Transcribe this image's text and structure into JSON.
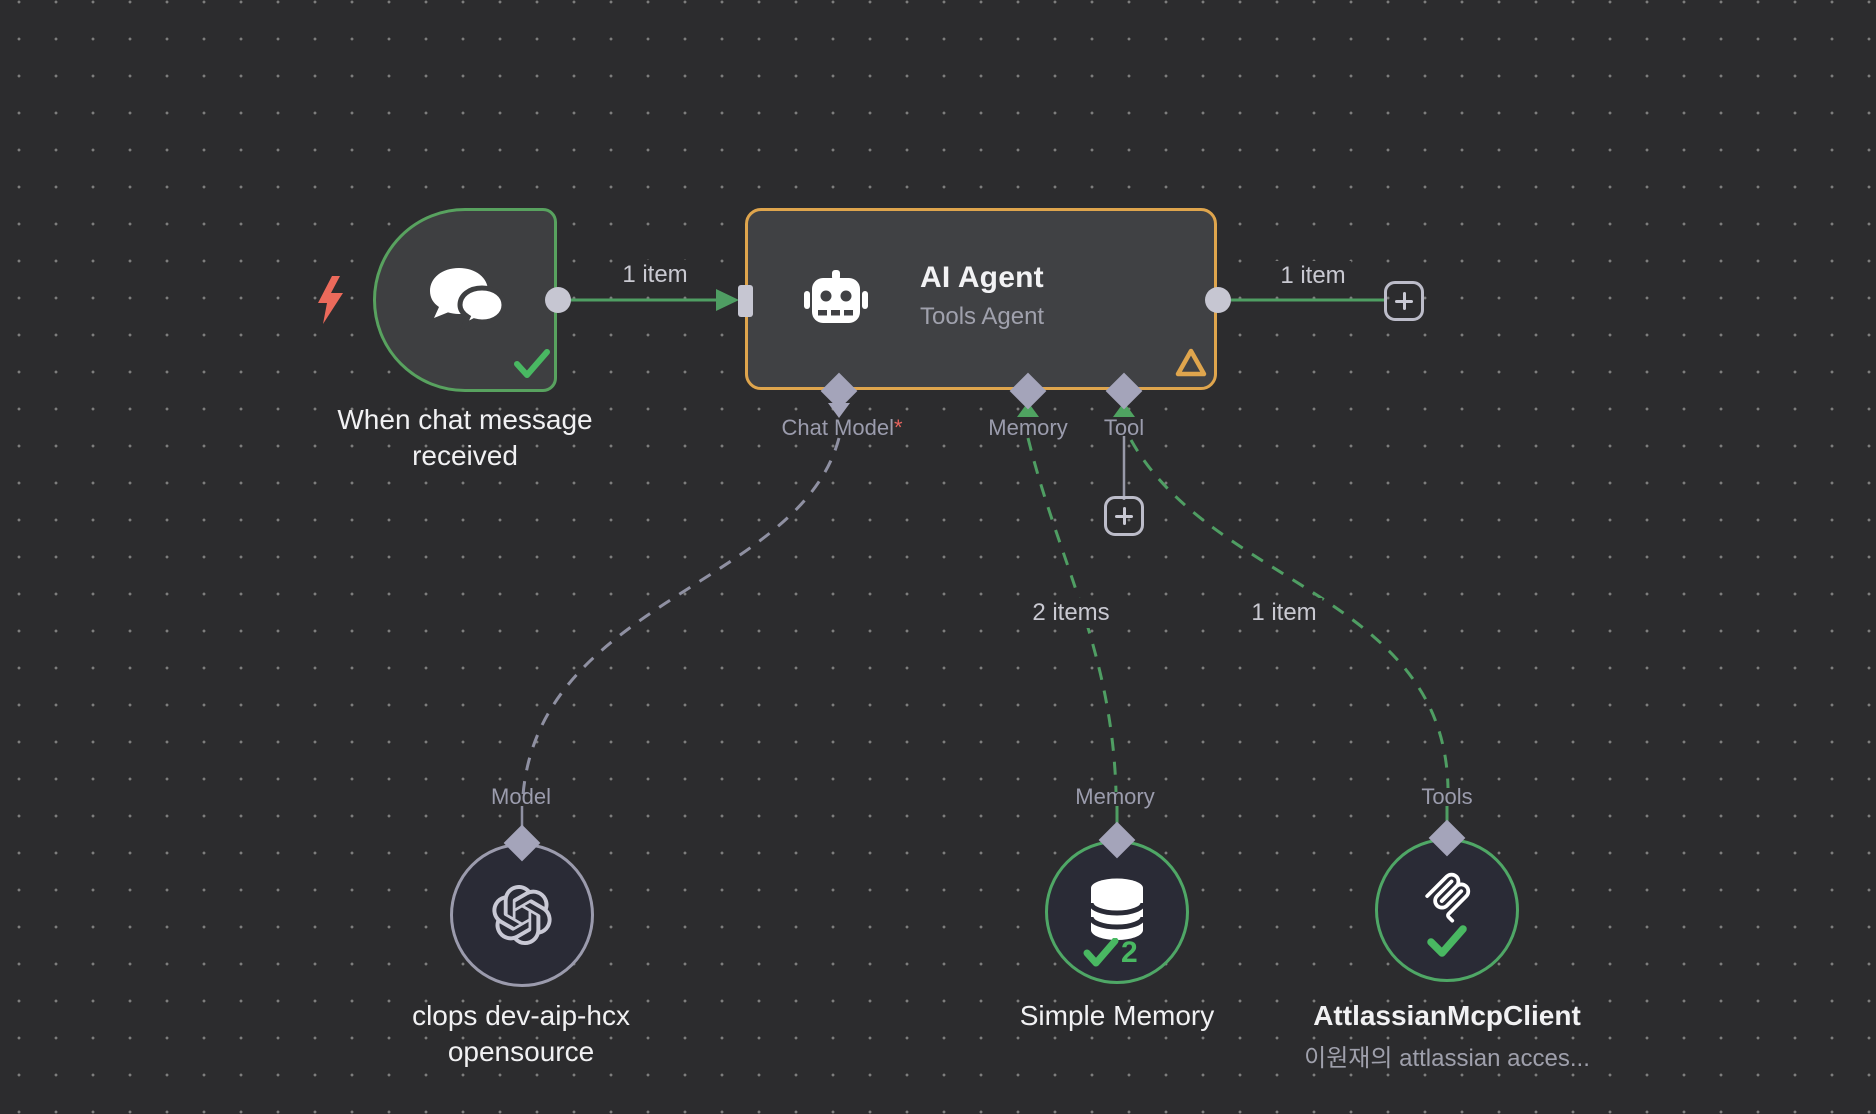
{
  "trigger": {
    "name_lines": [
      "When chat message",
      "received"
    ]
  },
  "agent": {
    "title": "AI Agent",
    "subtitle": "Tools Agent",
    "ports": {
      "chat_model": "Chat Model",
      "chat_model_required_mark": "*",
      "memory": "Memory",
      "tool": "Tool"
    }
  },
  "edge_labels": {
    "trigger_to_agent": "1 item",
    "agent_output": "1 item",
    "memory_items": "2 items",
    "tool_items": "1 item"
  },
  "subnodes": {
    "model": {
      "port": "Model",
      "name_lines": [
        "clops dev-aip-hcx",
        "opensource"
      ]
    },
    "memory": {
      "port": "Memory",
      "name": "Simple Memory",
      "run_count": "2"
    },
    "tools": {
      "port": "Tools",
      "name": "AttlassianMcpClient",
      "subtitle": "이원재의 attlassian acces..."
    }
  },
  "colors": {
    "canvas_bg": "#2c2c2e",
    "node_fill": "#404144",
    "subnode_fill": "#2a2b36",
    "connection_green": "#4f9e63",
    "success_green": "#49b862",
    "selected_orange": "#dfa54d",
    "trigger_red": "#ec6a5b",
    "connector_gray": "#a4a4ba",
    "text_primary": "#f1f1f3",
    "text_secondary": "#9fa0ac"
  }
}
